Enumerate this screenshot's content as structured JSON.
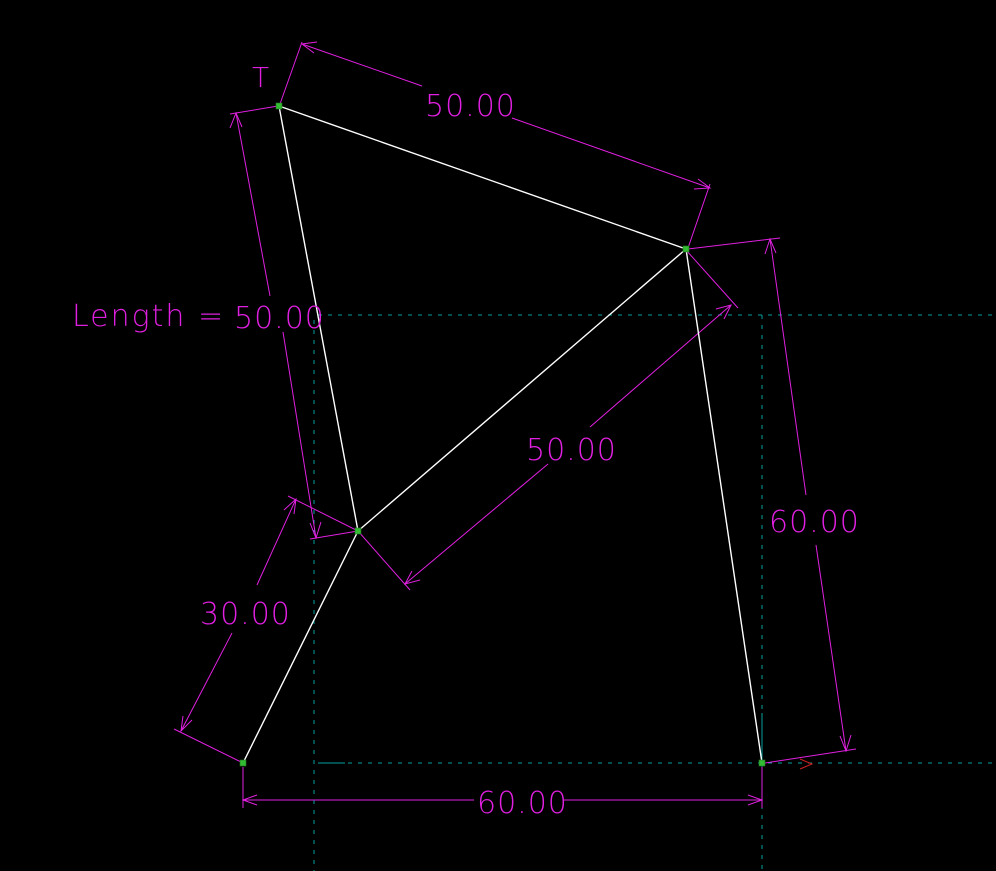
{
  "colors": {
    "background": "#000000",
    "geometry": "#ffffff",
    "dimension": "#e020e0",
    "construction": "#00a0a0",
    "vertex": "#33bb33",
    "axis_marker": "#d02020"
  },
  "labels": {
    "point_t": "T",
    "length_prefix": "Length =",
    "dim_top": "50.00",
    "dim_left": "50.00",
    "dim_diagonal": "50.00",
    "dim_right": "60.00",
    "dim_bottom": "60.00",
    "dim_lower_left": "30.00"
  }
}
